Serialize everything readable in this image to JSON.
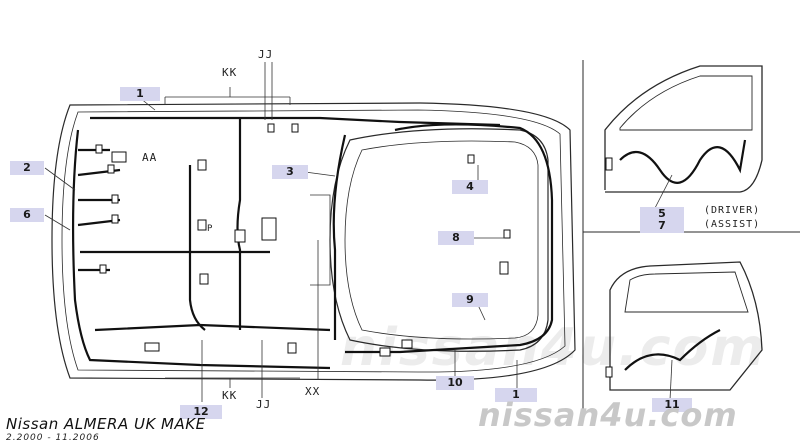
{
  "diagram": {
    "section_labels": {
      "kk_top": "KK",
      "jj_top": "JJ",
      "aa": "AA",
      "p": "P",
      "kk_bottom": "KK",
      "jj_bottom": "JJ",
      "xx": "XX",
      "driver": "(DRIVER)",
      "assist": "(ASSIST)"
    },
    "harness_tags": {
      "t1_top": "1",
      "t2": "2",
      "t3": "3",
      "t4": "4",
      "t5": "5",
      "t6": "6",
      "t7": "7",
      "t8": "8",
      "t9": "9",
      "t10": "10",
      "t11": "11",
      "t12": "12",
      "t1_bottom": "1"
    },
    "caption": {
      "model": "Nissan ALMERA UK MAKE",
      "years": "2.2000 - 11.2006"
    },
    "watermark": "nissan4u.com",
    "background_watermark": "nissan4u.com"
  }
}
